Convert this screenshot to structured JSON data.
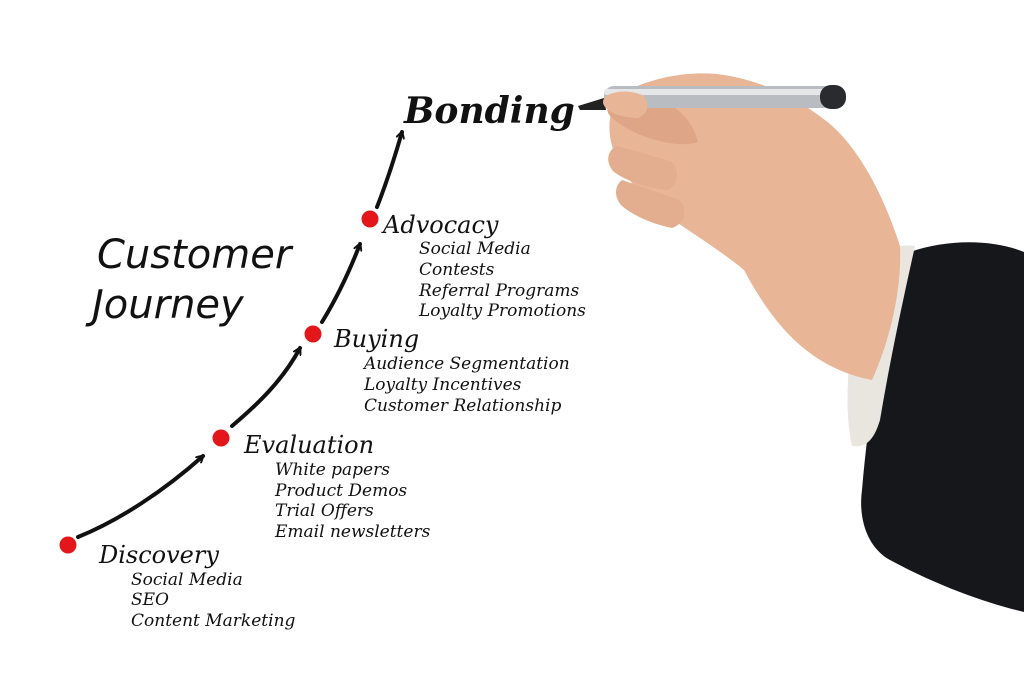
{
  "title": {
    "line1": "Customer",
    "line2": "Journey"
  },
  "goal": "Bonding",
  "stages": [
    {
      "name": "Discovery",
      "items": [
        "Social Media",
        "SEO",
        "Content Marketing"
      ]
    },
    {
      "name": "Evaluation",
      "items": [
        "White papers",
        "Product Demos",
        "Trial Offers",
        "Email newsletters"
      ]
    },
    {
      "name": "Buying",
      "items": [
        "Audience Segmentation",
        "Loyalty Incentives",
        "Customer Relationship"
      ]
    },
    {
      "name": "Advocacy",
      "items": [
        "Social Media",
        "Contests",
        "Referral Programs",
        "Loyalty Promotions"
      ]
    }
  ],
  "colors": {
    "ink": "#111111",
    "dot": "#e3161b",
    "sleeve": "#16171a",
    "cuff": "#e9e6df",
    "skin": "#e8b596",
    "pen": "#b9bcc0"
  },
  "icons": {
    "stage_marker": "red-dot-icon",
    "connector": "curved-arrow-icon",
    "hand": "hand-with-pen-illustration"
  }
}
